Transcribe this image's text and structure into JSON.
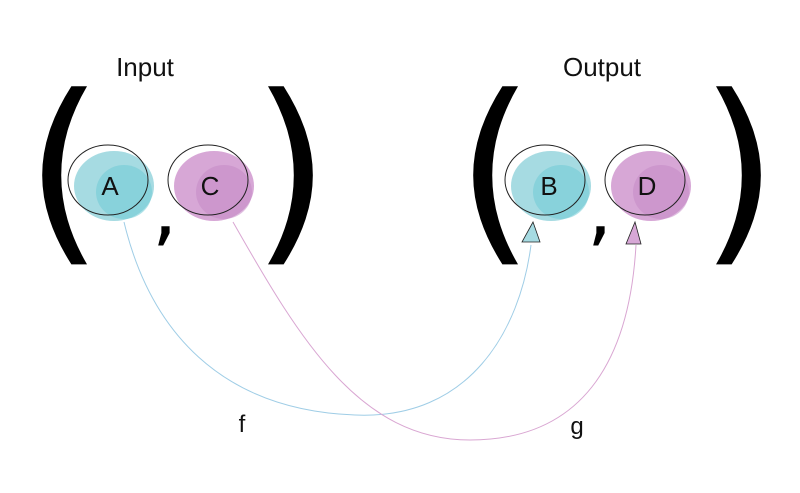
{
  "diagram": {
    "input": {
      "title": "Input",
      "open_paren": "(",
      "separator": ",",
      "close_paren": ")",
      "nodes": [
        {
          "id": "A",
          "label": "A",
          "color": "#a6dbe2",
          "shade": "#6fcad5"
        },
        {
          "id": "C",
          "label": "C",
          "color": "#d7a7d6",
          "shade": "#c58ac7"
        }
      ]
    },
    "output": {
      "title": "Output",
      "open_paren": "(",
      "separator": ",",
      "close_paren": ")",
      "nodes": [
        {
          "id": "B",
          "label": "B",
          "color": "#a6dbe2",
          "shade": "#6fcad5"
        },
        {
          "id": "D",
          "label": "D",
          "color": "#d7a7d6",
          "shade": "#c58ac7"
        }
      ]
    },
    "edges": [
      {
        "id": "f",
        "label": "f",
        "from": "A",
        "to": "B",
        "color": "#9fcde6"
      },
      {
        "id": "g",
        "label": "g",
        "from": "C",
        "to": "D",
        "color": "#d9a6d2"
      }
    ]
  }
}
